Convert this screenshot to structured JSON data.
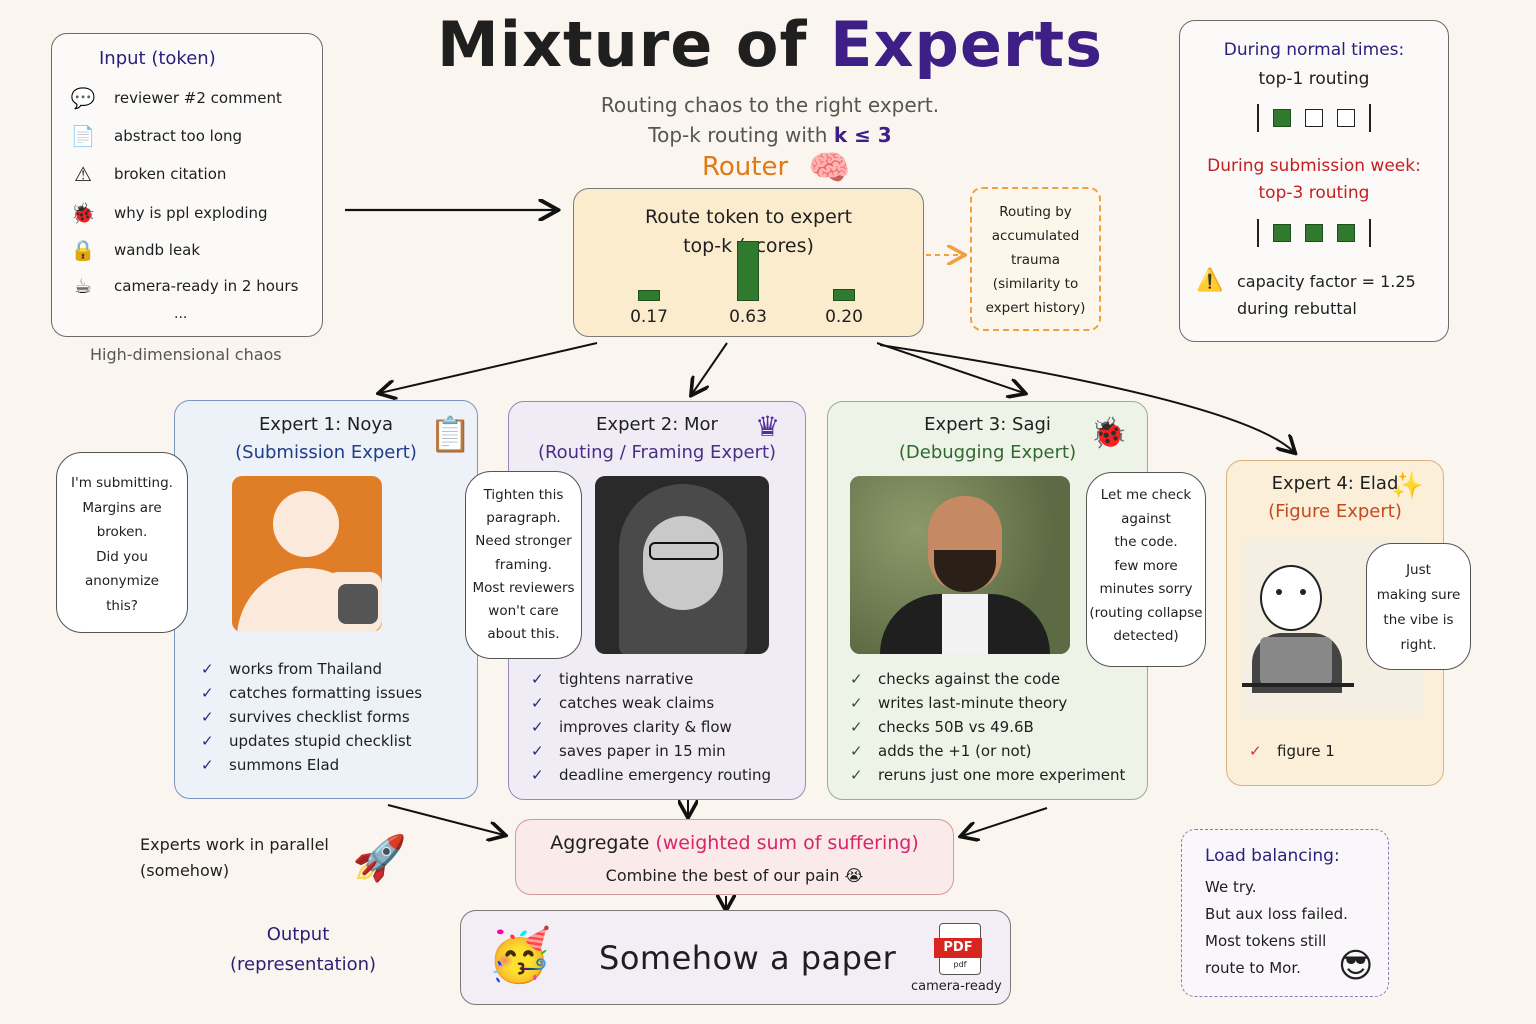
{
  "title": {
    "main": "Mixture of ",
    "accent": "Experts"
  },
  "subtitle": {
    "line1": "Routing chaos to the right expert.",
    "line2_pre": "Top-k routing with ",
    "line2_k": "k ≤ 3"
  },
  "input": {
    "heading": "Input (token)",
    "items": [
      {
        "icon": "speech-bubble-icon",
        "glyph": "💬",
        "label": "reviewer #2 comment"
      },
      {
        "icon": "document-icon",
        "glyph": "📄",
        "label": "abstract too long"
      },
      {
        "icon": "warning-icon",
        "glyph": "⚠",
        "label": "broken citation"
      },
      {
        "icon": "bug-icon",
        "glyph": "🐞",
        "label": "why is ppl exploding"
      },
      {
        "icon": "lock-icon",
        "glyph": "🔒",
        "label": "wandb leak"
      },
      {
        "icon": "coffee-icon",
        "glyph": "☕",
        "label": "camera-ready in 2 hours"
      }
    ],
    "ellipsis": "...",
    "caption": "High-dimensional chaos"
  },
  "router": {
    "label": "Router",
    "line1": "Route token to expert",
    "line2": "top-k (scores)",
    "scores": [
      0.17,
      0.63,
      0.2
    ],
    "score_labels": [
      "0.17",
      "0.63",
      "0.20"
    ],
    "note": [
      "Routing by",
      "accumulated",
      "trauma",
      "(similarity to",
      "expert history)"
    ]
  },
  "regimes": {
    "normal_title": "During normal times:",
    "normal_sub": "top-1 routing",
    "normal_slots": [
      true,
      false,
      false
    ],
    "sub_title": "During submission week:",
    "sub_sub": "top-3 routing",
    "sub_slots": [
      true,
      true,
      true
    ],
    "capacity_line1": "capacity factor = 1.25",
    "capacity_line2": "during rebuttal"
  },
  "experts": [
    {
      "name": "Expert 1: Noya",
      "role": "(Submission Expert)",
      "bubble": [
        "I'm submitting.",
        "Margins are",
        "broken.",
        "Did you",
        "anonymize",
        "this?"
      ],
      "checks": [
        "works from Thailand",
        "catches formatting issues",
        "survives checklist forms",
        "updates stupid checklist",
        "summons Elad"
      ]
    },
    {
      "name": "Expert 2: Mor",
      "role": "(Routing / Framing Expert)",
      "bubble": [
        "Tighten this",
        "paragraph.",
        "Need stronger",
        "framing.",
        "Most reviewers",
        "won't care",
        "about this."
      ],
      "checks": [
        "tightens narrative",
        "catches weak claims",
        "improves clarity & flow",
        "saves paper in 15 min",
        "deadline emergency routing"
      ]
    },
    {
      "name": "Expert 3: Sagi",
      "role": "(Debugging Expert)",
      "bubble": [
        "Let me check",
        "against",
        "the code.",
        "few more",
        "minutes sorry",
        "(routing collapse",
        "detected)"
      ],
      "checks": [
        "checks against the code",
        "writes last-minute theory",
        "checks 50B vs 49.6B",
        "adds the +1 (or not)",
        "reruns just one more experiment"
      ]
    },
    {
      "name": "Expert 4: Elad",
      "role": "(Figure Expert)",
      "bubble": [
        "Just",
        "making sure",
        "the vibe is",
        "right."
      ],
      "checks": [
        "figure 1"
      ]
    }
  ],
  "aggregate": {
    "pre": "Aggregate ",
    "pink": "(weighted sum of suffering)",
    "line2": "Combine the best of our pain 😭"
  },
  "parallel": {
    "line1": "Experts work in parallel",
    "line2": "(somehow)"
  },
  "output": {
    "line1": "Output",
    "line2": "(representation)"
  },
  "final": {
    "text": "Somehow a paper",
    "pdf": "PDF",
    "pdf_small": "pdf",
    "caption": "camera-ready"
  },
  "load_balancing": {
    "heading": "Load balancing:",
    "lines": [
      "We try.",
      "But aux loss failed.",
      "Most tokens still",
      "route to Mor."
    ]
  },
  "colors": {
    "accent": "#3d1f86",
    "router": "#e07a14",
    "score_bar": "#2f7a2f",
    "pink": "#d8256a"
  }
}
